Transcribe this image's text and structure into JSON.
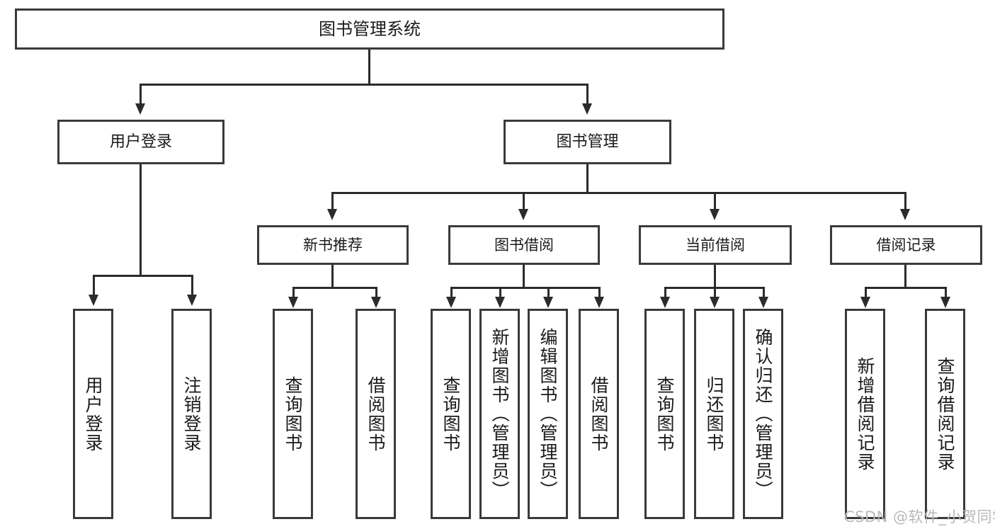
{
  "diagram": {
    "title": "图书管理系统",
    "type": "tree-hierarchy",
    "watermark": "CSDN @软件_小贺同学",
    "colors": {
      "box_border": "#3a3a3a",
      "connector": "#2b2b2b",
      "background": "#ffffff",
      "text": "#1a1a1a",
      "watermark": "#b9b9b9"
    },
    "root": {
      "label": "图书管理系统"
    },
    "level2": [
      {
        "id": "user-login",
        "label": "用户登录"
      },
      {
        "id": "book-manage",
        "label": "图书管理"
      }
    ],
    "level3": [
      {
        "id": "new-book-recommend",
        "label": "新书推荐"
      },
      {
        "id": "book-borrow",
        "label": "图书借阅"
      },
      {
        "id": "current-borrow",
        "label": "当前借阅"
      },
      {
        "id": "borrow-record",
        "label": "借阅记录"
      }
    ],
    "leaves": {
      "user_login": [
        {
          "id": "leaf-user-login",
          "label": "用户登录"
        },
        {
          "id": "leaf-user-logout",
          "label": "注销登录"
        }
      ],
      "new_book_recommend": [
        {
          "id": "leaf-query-book-1",
          "label": "查询图书"
        },
        {
          "id": "leaf-borrow-book-1",
          "label": "借阅图书"
        }
      ],
      "book_borrow": [
        {
          "id": "leaf-query-book-2",
          "label": "查询图书"
        },
        {
          "id": "leaf-add-book",
          "label": "新增图书（管理员）"
        },
        {
          "id": "leaf-edit-book",
          "label": "编辑图书（管理员）"
        },
        {
          "id": "leaf-borrow-book-2",
          "label": "借阅图书"
        }
      ],
      "current_borrow": [
        {
          "id": "leaf-query-book-3",
          "label": "查询图书"
        },
        {
          "id": "leaf-return-book",
          "label": "归还图书"
        },
        {
          "id": "leaf-confirm-return",
          "label": "确认归还（管理员）"
        }
      ],
      "borrow_record": [
        {
          "id": "leaf-add-record",
          "label": "新增借阅记录"
        },
        {
          "id": "leaf-query-record",
          "label": "查询借阅记录"
        }
      ]
    }
  }
}
